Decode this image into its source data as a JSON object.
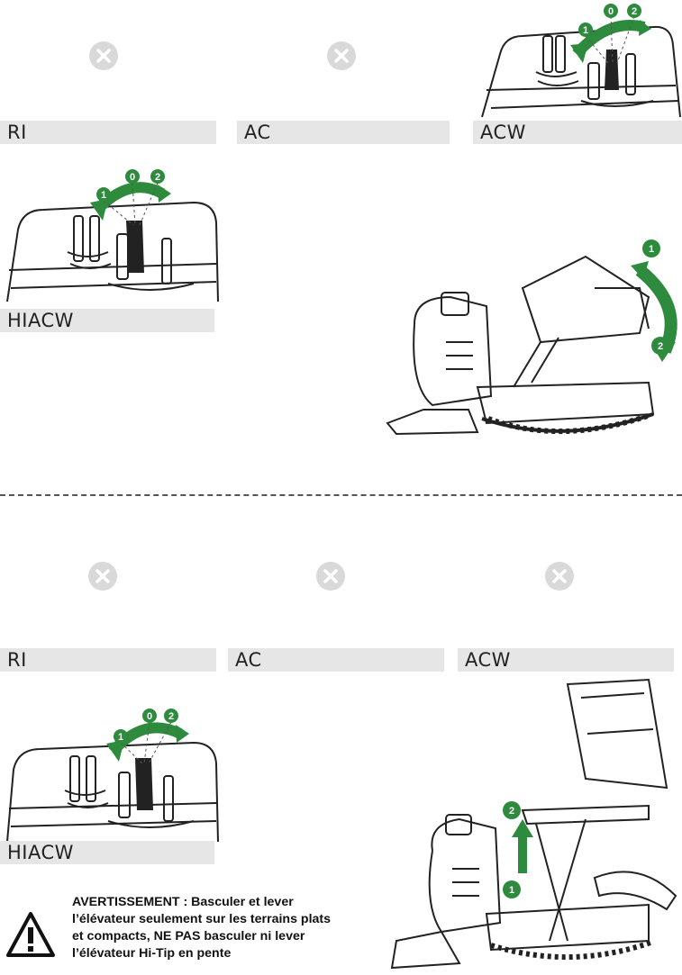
{
  "top_section": {
    "labels": [
      "RI",
      "AC",
      "ACW",
      "HIACW"
    ],
    "lever_positions": [
      "1",
      "0",
      "2"
    ],
    "dump_direction_markers": [
      "1",
      "2"
    ]
  },
  "bottom_section": {
    "labels": [
      "RI",
      "AC",
      "ACW",
      "HIACW"
    ],
    "lever_positions": [
      "1",
      "0",
      "2"
    ],
    "lift_markers": [
      "2",
      "1"
    ]
  },
  "warning": {
    "text": "AVERTISSEMENT : Basculer et lever l’élévateur seulement sur les terrains plats et compacts,  NE PAS basculer ni lever l’élévateur Hi-Tip en pente"
  },
  "colors": {
    "accent_green": "#2e8b3d",
    "icon_grey": "#d9d9d9",
    "label_bg": "#e6e6e6"
  },
  "icons": [
    "x-circle-icon",
    "warning-triangle-icon",
    "green-arrow-icon"
  ]
}
